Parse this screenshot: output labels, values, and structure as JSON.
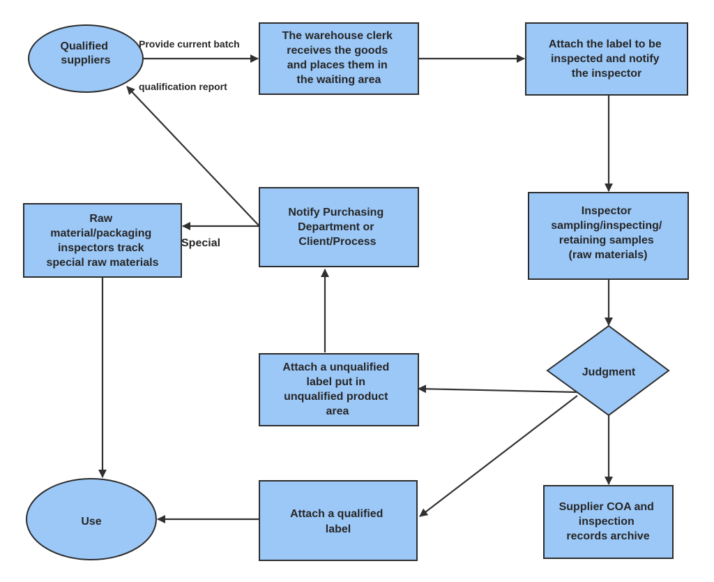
{
  "nodes": {
    "qualified_suppliers": {
      "lines": [
        "Qualified",
        "suppliers"
      ]
    },
    "warehouse_clerk": {
      "lines": [
        "The warehouse clerk",
        "receives the goods",
        "and places them in",
        "the waiting area"
      ]
    },
    "attach_inspect_label": {
      "lines": [
        "Attach the label to be",
        "inspected and notify",
        "the inspector"
      ]
    },
    "inspector_sampling": {
      "lines": [
        "Inspector",
        "sampling/inspecting/",
        "retaining samples",
        "(raw materials)"
      ]
    },
    "judgment": {
      "lines": [
        "Judgment"
      ]
    },
    "unqualified_label": {
      "lines": [
        "Attach a unqualified",
        "label put in",
        "unqualified product",
        "area"
      ]
    },
    "notify_purchasing": {
      "lines": [
        "Notify Purchasing",
        "Department or",
        "Client/Process"
      ]
    },
    "raw_material_track": {
      "lines": [
        "Raw",
        "material/packaging",
        "inspectors track",
        "special raw materials"
      ]
    },
    "use": {
      "lines": [
        "Use"
      ]
    },
    "qualified_label": {
      "lines": [
        "Attach a qualified",
        "label"
      ]
    },
    "coa_archive": {
      "lines": [
        "Supplier COA and",
        "inspection",
        "records archive"
      ]
    }
  },
  "edge_labels": {
    "provide_batch": "Provide current batch",
    "qualification_report": "qualification report",
    "special": "Special"
  }
}
